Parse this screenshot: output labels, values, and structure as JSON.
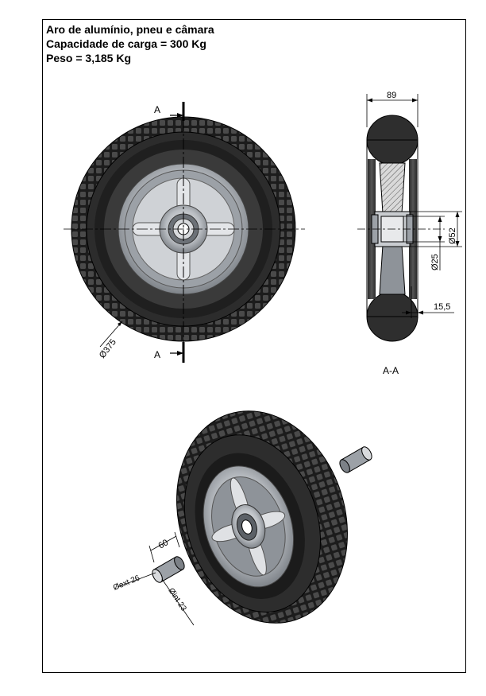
{
  "title_lines": [
    "Aro de alumínio, pneu e câmara",
    "Capacidade de carga = 300 Kg",
    "Peso = 3,185 Kg"
  ],
  "section_marker": "A",
  "section_label": "A-A",
  "dimensions": {
    "wheel_diameter": "Ø375",
    "width": "89",
    "hub_diameter": "Ø52",
    "bore_diameter": "Ø25",
    "offset": "15,5",
    "axle_length": "60",
    "axle_outer": "Øext 26",
    "axle_inner": "Øint 23"
  },
  "colors": {
    "tire": "#2a2a2a",
    "tread_block": "#3b3b3b",
    "rim": "#b9bdc2",
    "rim_dark": "#7c8187",
    "line": "#000000"
  }
}
